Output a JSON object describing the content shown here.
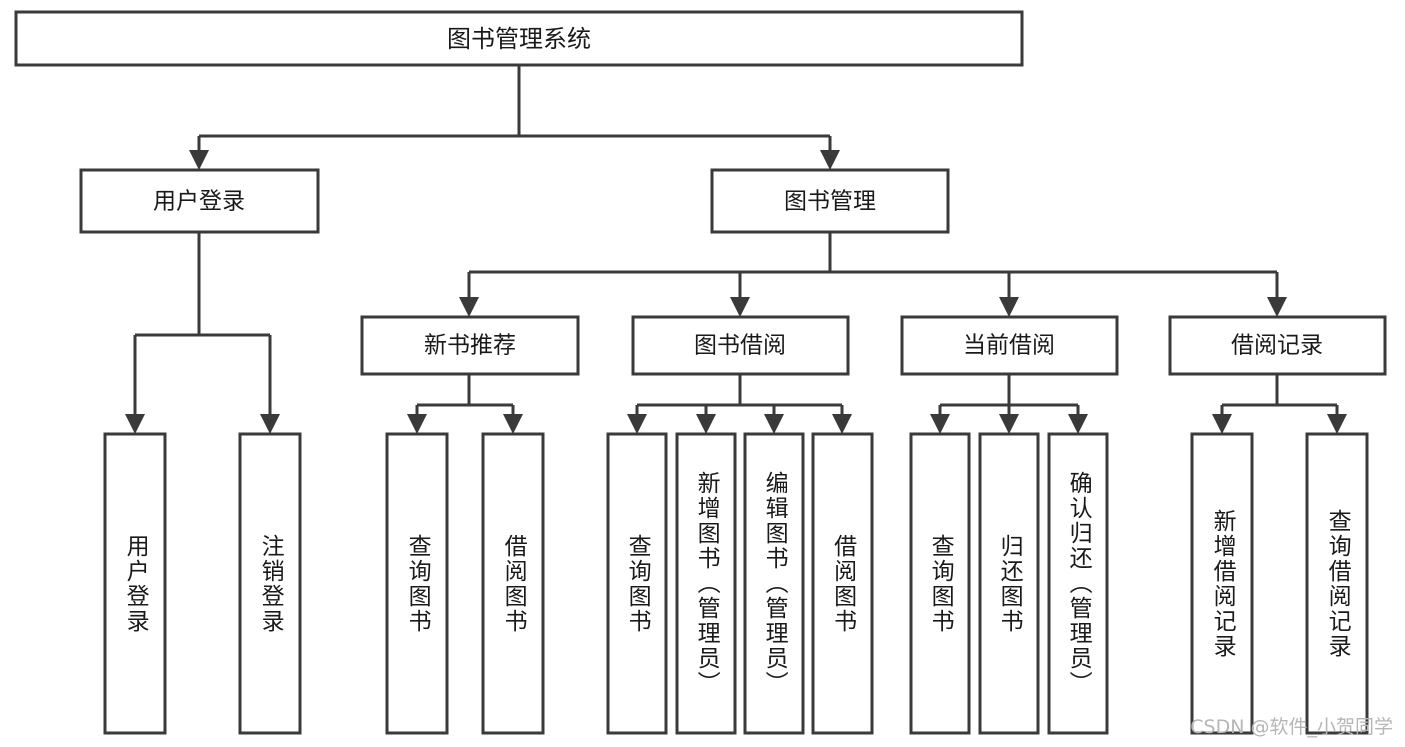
{
  "diagram": {
    "type": "tree-hierarchy",
    "title": "图书管理系统",
    "root": {
      "label": "图书管理系统",
      "id": "root-system"
    },
    "level2": [
      {
        "id": "user-login",
        "label": "用户登录"
      },
      {
        "id": "book-management",
        "label": "图书管理"
      }
    ],
    "level3": [
      {
        "id": "new-book-recommend",
        "label": "新书推荐",
        "parent": "book-management"
      },
      {
        "id": "book-borrow",
        "label": "图书借阅",
        "parent": "book-management"
      },
      {
        "id": "current-borrow",
        "label": "当前借阅",
        "parent": "book-management"
      },
      {
        "id": "borrow-record",
        "label": "借阅记录",
        "parent": "book-management"
      }
    ],
    "leaves": {
      "user-login": [
        {
          "id": "leaf-user-login",
          "label": "用户登录"
        },
        {
          "id": "leaf-logout",
          "label": "注销登录"
        }
      ],
      "new-book-recommend": [
        {
          "id": "leaf-query-book-1",
          "label": "查询图书"
        },
        {
          "id": "leaf-borrow-book-1",
          "label": "借阅图书"
        }
      ],
      "book-borrow": [
        {
          "id": "leaf-query-book-2",
          "label": "查询图书"
        },
        {
          "id": "leaf-add-book",
          "label": "新增图书（管理员）"
        },
        {
          "id": "leaf-edit-book",
          "label": "编辑图书（管理员）"
        },
        {
          "id": "leaf-borrow-book-2",
          "label": "借阅图书"
        }
      ],
      "current-borrow": [
        {
          "id": "leaf-query-book-3",
          "label": "查询图书"
        },
        {
          "id": "leaf-return-book",
          "label": "归还图书"
        },
        {
          "id": "leaf-confirm-return",
          "label": "确认归还（管理员）"
        }
      ],
      "borrow-record": [
        {
          "id": "leaf-add-record",
          "label": "新增借阅记录"
        },
        {
          "id": "leaf-query-record",
          "label": "查询借阅记录"
        }
      ]
    },
    "colors": {
      "box_stroke": "#3a3a3a",
      "box_fill": "#ffffff",
      "text": "#1a1a1a",
      "connector": "#3a3a3a",
      "background": "#ffffff",
      "watermark": "#b6b6b6"
    }
  },
  "watermark": {
    "text": "CSDN @软件_小贺同学"
  }
}
